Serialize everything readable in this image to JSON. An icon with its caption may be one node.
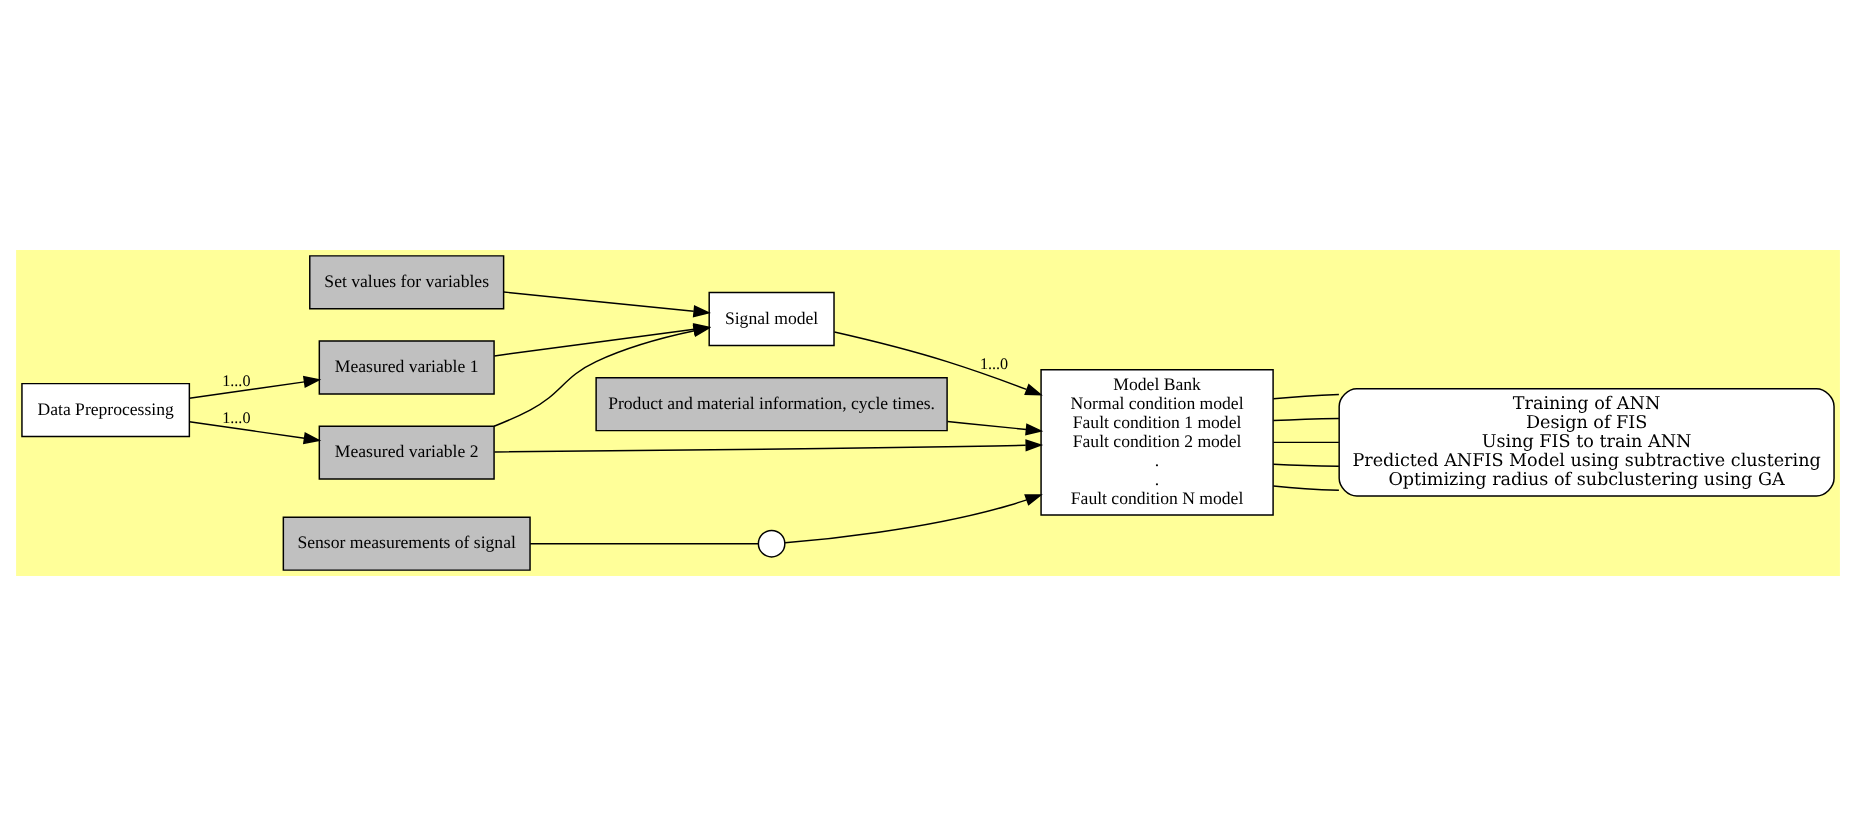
{
  "diagram": {
    "nodes": [
      {
        "text": [
          "Set values for variables"
        ]
      },
      {
        "text": [
          "Product and material information, cycle times."
        ]
      },
      {
        "text": [
          "Measured variable 1"
        ]
      },
      {
        "text": [
          "Data Preprocessing"
        ]
      },
      {
        "text": [
          "Signal model"
        ]
      },
      {
        "text": [
          "Measured variable 2"
        ]
      },
      {
        "text": [
          "Sensor measurements of signal"
        ]
      },
      {
        "text": [],
        "shape": "circle"
      },
      {
        "text": [
          "Model Bank",
          "Normal condition model",
          "Fault condition 1 model",
          "Fault condition 2 model",
          ".",
          ".",
          "Fault condition N model"
        ]
      },
      {
        "text": [
          "Training of ANN",
          "Design of FIS",
          "Using FIS to train ANN",
          "Predicted ANFIS Model using subtractive clustering",
          "Optimizing radius of subclustering using GA"
        ]
      }
    ],
    "edges": [
      {
        "from": 3,
        "to": 2,
        "arrow": "to",
        "label": "1...0"
      },
      {
        "from": 3,
        "to": 5,
        "arrow": "to",
        "label": "1...0"
      },
      {
        "from": 2,
        "to": 4,
        "arrow": "to"
      },
      {
        "from": 0,
        "to": 4,
        "arrow": "to"
      },
      {
        "from": 5,
        "to": 4,
        "arrow": "to"
      },
      {
        "from": 4,
        "to": 8,
        "arrow": "to",
        "label": "1...0"
      },
      {
        "from": 5,
        "to": 8,
        "arrow": "to"
      },
      {
        "from": 6,
        "to": 7,
        "arrow": "none"
      },
      {
        "from": 7,
        "to": 8,
        "arrow": "to"
      },
      {
        "from": 1,
        "to": 8,
        "arrow": "to"
      },
      {
        "from": 8,
        "to": 9,
        "arrow": "none"
      },
      {
        "from": 8,
        "to": 9,
        "arrow": "none"
      },
      {
        "from": 8,
        "to": 9,
        "arrow": "none"
      },
      {
        "from": 8,
        "to": 9,
        "arrow": "none"
      },
      {
        "from": 8,
        "to": 9,
        "arrow": "none"
      }
    ]
  }
}
